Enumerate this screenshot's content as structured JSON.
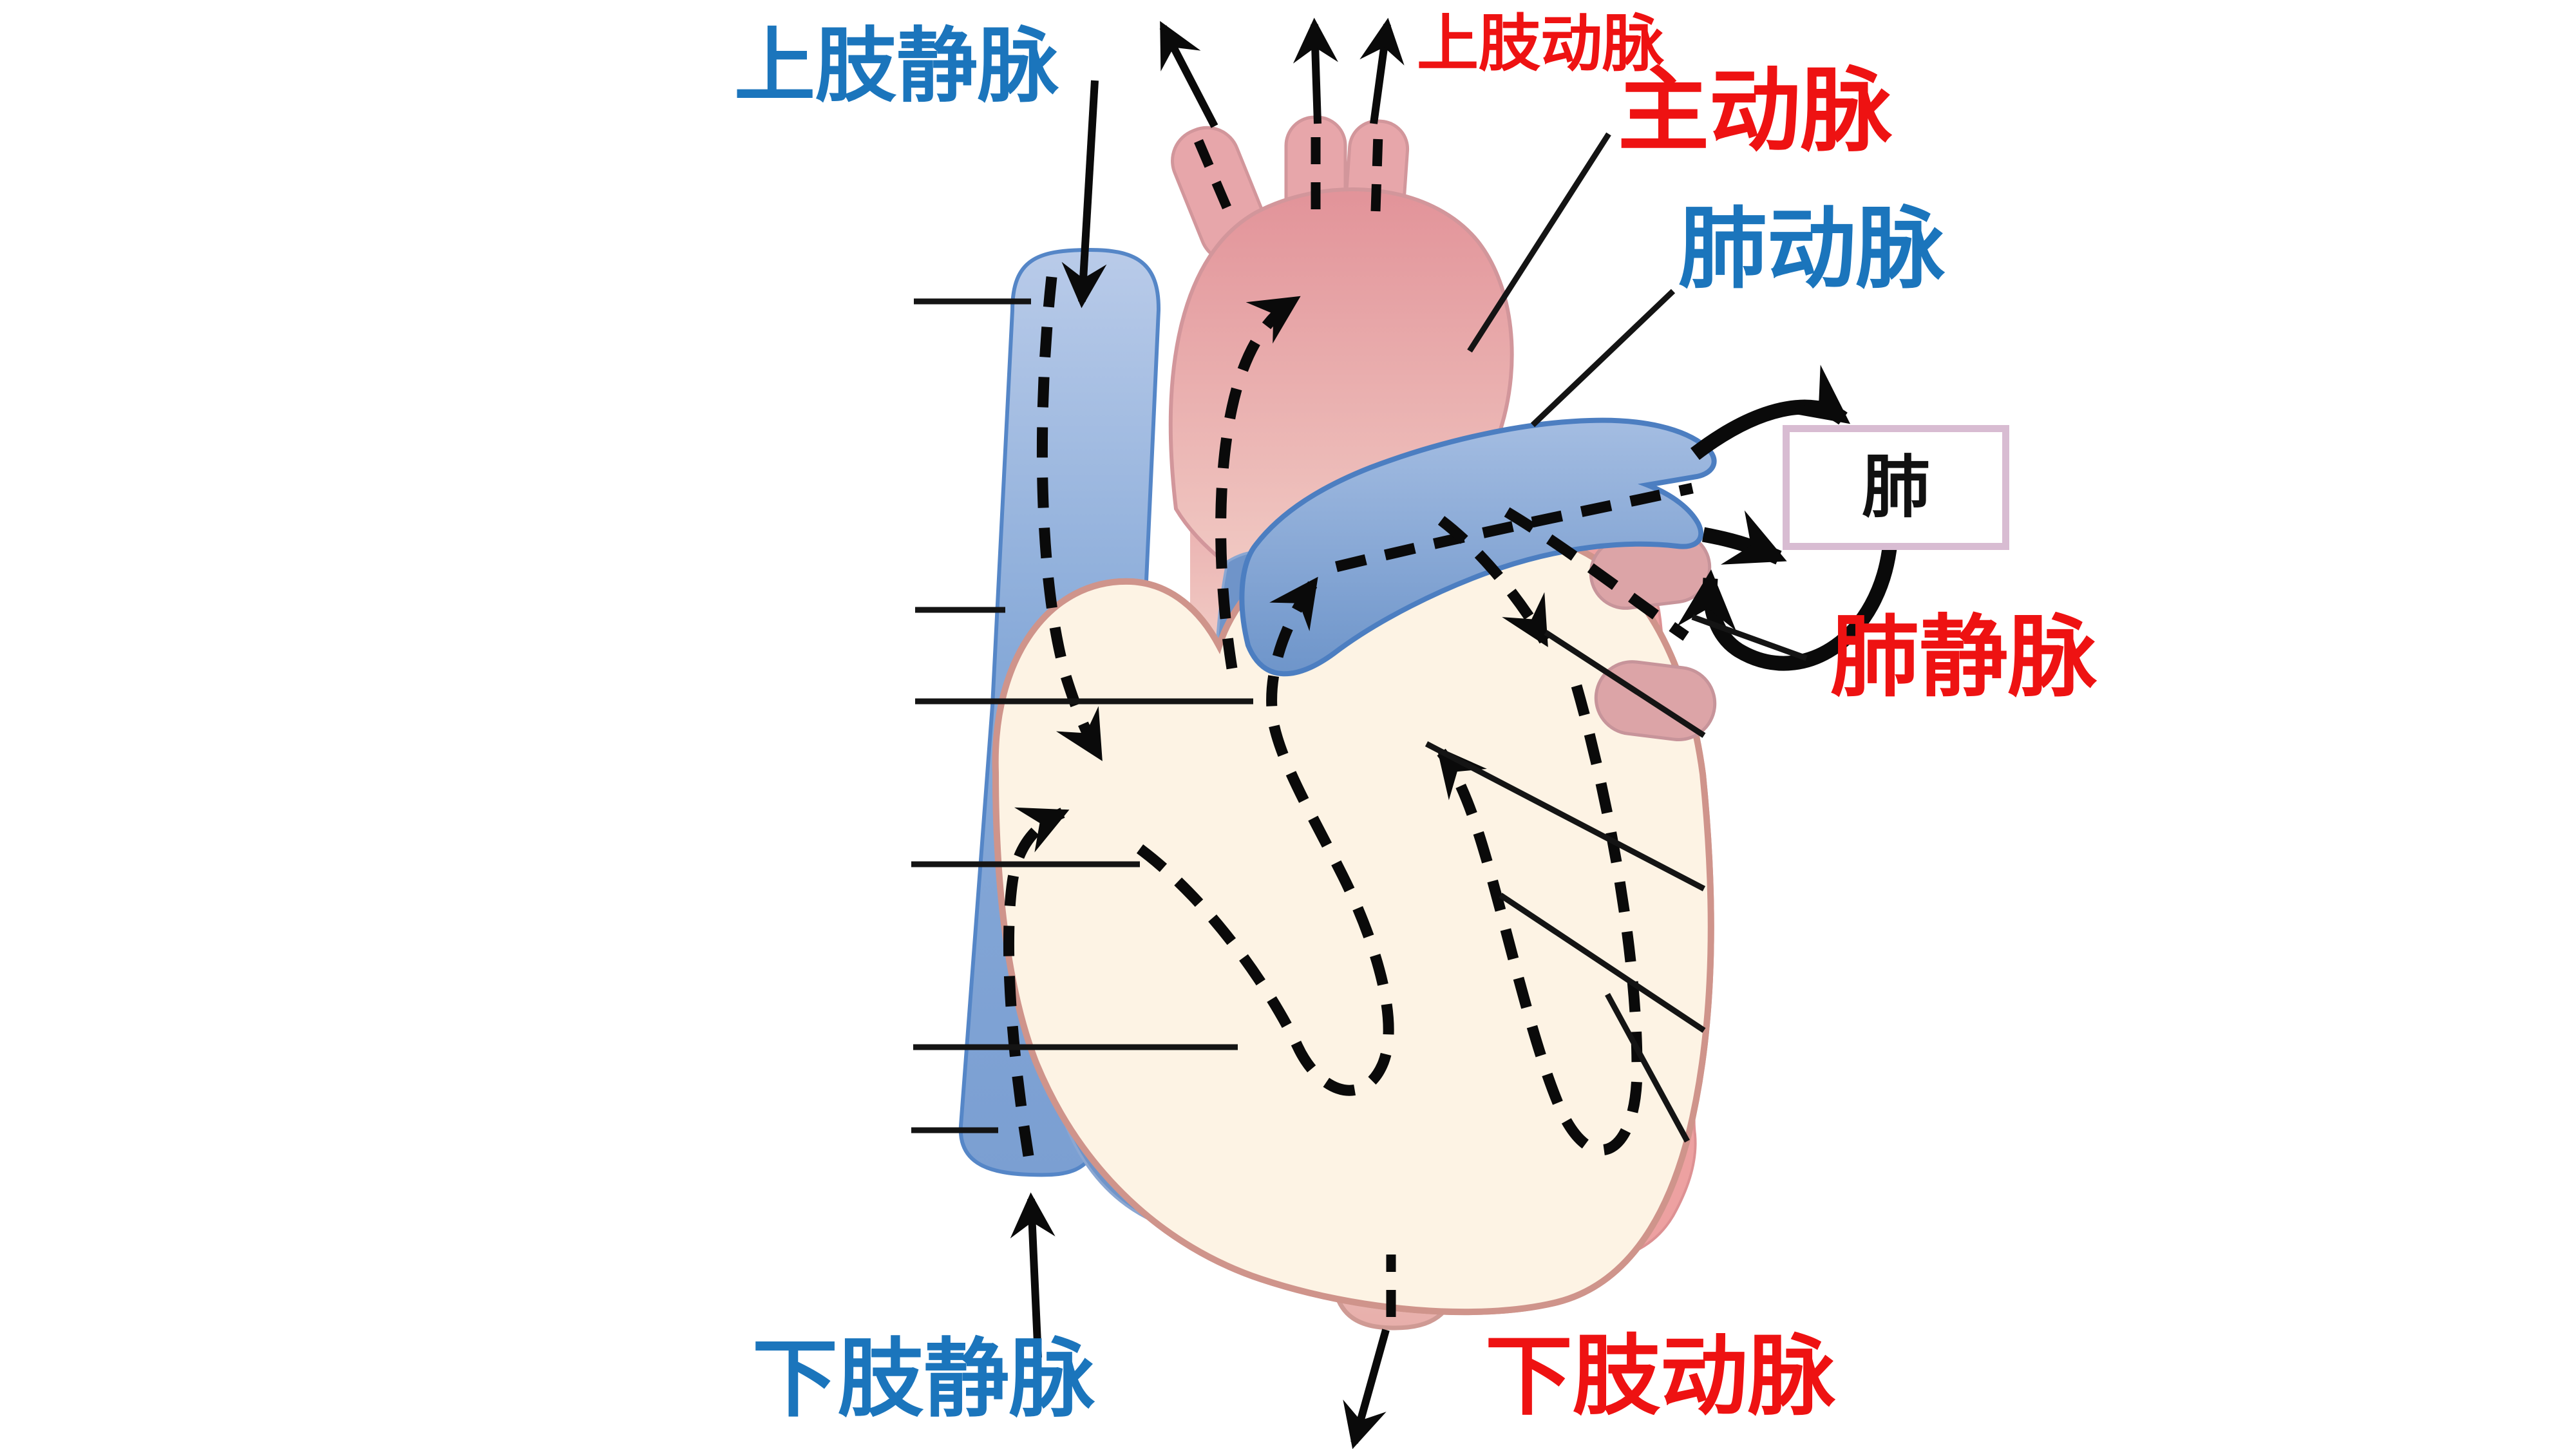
{
  "figure": {
    "type": "heart-blood-circulation-diagram",
    "background": "#ffffff",
    "labels": [
      {
        "id": "upper-limb-vein",
        "text": "上肢静脉",
        "color": "#1b75bc"
      },
      {
        "id": "upper-limb-artery",
        "text": "上肢动脉",
        "color": "#ee1212"
      },
      {
        "id": "aorta",
        "text": "主动脉",
        "color": "#ee1212"
      },
      {
        "id": "pulmonary-artery",
        "text": "肺动脉",
        "color": "#1b75bc"
      },
      {
        "id": "lung",
        "text": "肺",
        "color": "#111111"
      },
      {
        "id": "pulmonary-vein",
        "text": "肺静脉",
        "color": "#ee1212"
      },
      {
        "id": "lower-limb-vein",
        "text": "下肢静脉",
        "color": "#1b75bc"
      },
      {
        "id": "lower-limb-artery",
        "text": "下肢动脉",
        "color": "#ee1212"
      }
    ],
    "lung_box": {
      "text": "肺",
      "border_color": "#d8bcd2",
      "background": "#ffffff"
    },
    "colors": {
      "vein_blue_fill": "#7ba0d3",
      "vein_blue_stroke": "#5586c7",
      "chamber_blue": "#6f94c9",
      "artery_pink_fill": "#e7a6aa",
      "artery_pink_light": "#f3d2ca",
      "chamber_pink": "#eda1a1",
      "pulmonary_vein_stub": "#dca4a7",
      "heart_wall_fill": "#fdf3e4",
      "heart_wall_stroke": "#cf948b",
      "flow_line": "#0a0a0a"
    },
    "unlabeled_callout_lines": {
      "left_count": 6,
      "right_count": 4
    }
  }
}
